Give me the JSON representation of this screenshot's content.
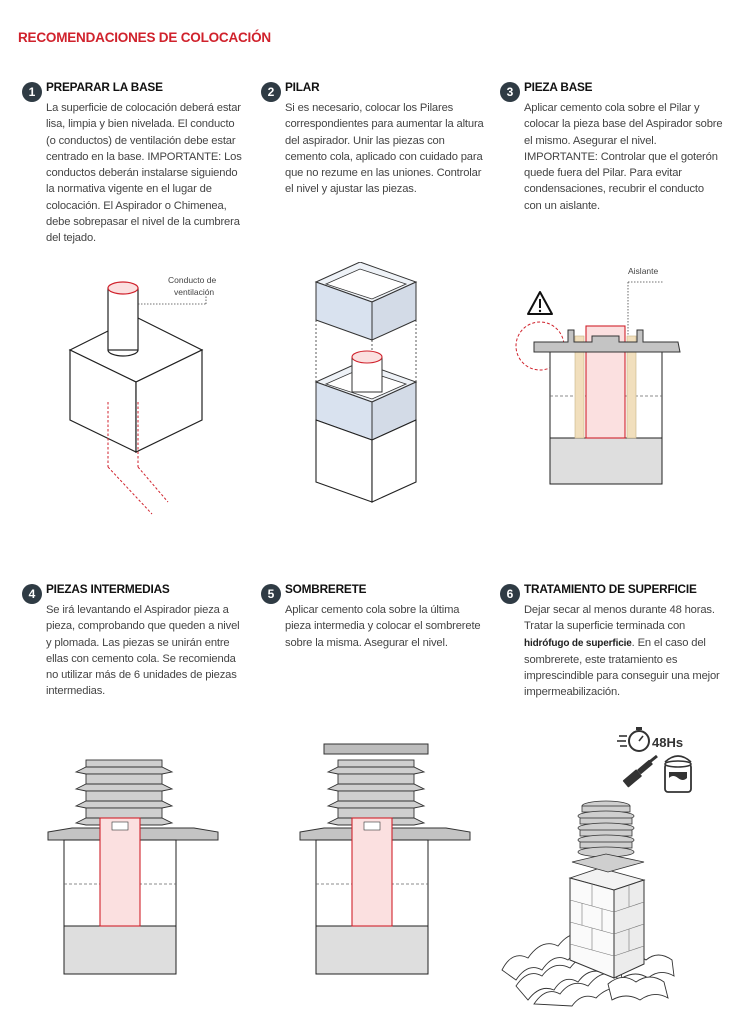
{
  "page_title": "RECOMENDACIONES DE COLOCACIÓN",
  "steps": [
    {
      "number": "1",
      "title": "PREPARAR LA BASE",
      "text": "La superficie de colocación deberá estar lisa, limpia y bien nivelada. El conducto (o conductos) de ventilación debe estar centrado en la base. IMPORTANTE: Los conductos deberán instalarse siguiendo la normativa vigente en el lugar de colocación. El Aspirador o Chimenea, debe sobrepasar el nivel de la cumbrera del tejado."
    },
    {
      "number": "2",
      "title": "PILAR",
      "text": "Si es necesario, colocar los Pilares correspondientes para aumentar la altura del aspirador. Unir las piezas con cemento cola, aplicado con cuidado para que no rezume en las uniones. Controlar el nivel y ajustar las piezas."
    },
    {
      "number": "3",
      "title": "PIEZA BASE",
      "text": "Aplicar cemento cola sobre el Pilar y colocar la pieza base del Aspirador sobre el mismo. Asegurar el nivel. IMPORTANTE: Controlar que el goterón quede fuera del Pilar. Para evitar condensaciones, recubrir el conducto con un aislante."
    },
    {
      "number": "4",
      "title": "PIEZAS INTERMEDIAS",
      "text": "Se irá levantando el Aspirador pieza a pieza, comprobando que queden a nivel y plomada. Las piezas se unirán entre ellas con cemento cola. Se recomienda no utilizar más de 6 unidades de piezas intermedias."
    },
    {
      "number": "5",
      "title": "SOMBRERETE",
      "text": "Aplicar cemento cola sobre la última pieza intermedia y colocar el sombrerete sobre la misma. Asegurar el nivel."
    },
    {
      "number": "6",
      "title": "TRATAMIENTO DE SUPERFICIE",
      "text_before": "Dejar secar al menos durante 48 horas. Tratar la superficie terminada con ",
      "text_bold": "hidrófugo de superficie",
      "text_after": ". En el caso del  sombrerete, este tratamiento es imprescindible para conseguir una mejor impermeabilización."
    }
  ],
  "labels": {
    "conducto_line1": "Conducto de",
    "conducto_line2": "ventilación",
    "aislante": "Aislante",
    "drying_time": "48Hs"
  },
  "icons": [
    "warning-icon",
    "stopwatch-icon",
    "paintbrush-icon",
    "paint-can-icon"
  ],
  "colors": {
    "accent": "#d0222c",
    "duct_fill": "#fbe0e0",
    "number_badge": "#2f3b44",
    "insulation": "#f1dfbd",
    "pillar_blue": "#d9e2ef"
  }
}
